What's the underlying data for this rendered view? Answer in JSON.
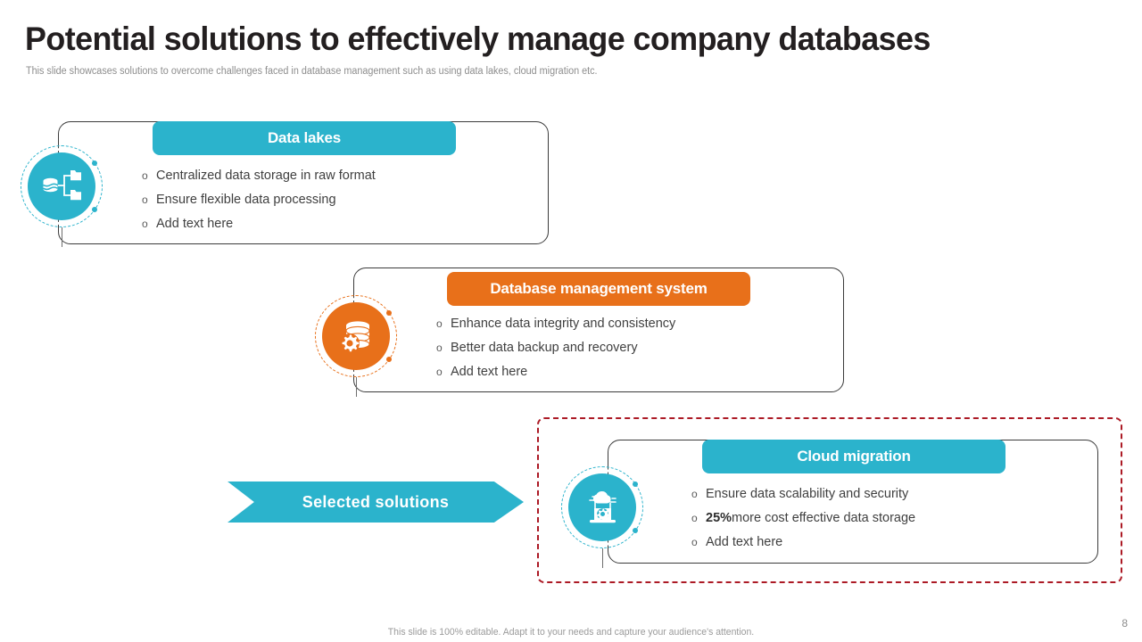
{
  "header": {
    "title": "Potential solutions to effectively manage company databases",
    "subtitle": "This slide showcases solutions to overcome challenges faced in database management such as using data lakes, cloud migration etc."
  },
  "colors": {
    "teal": "#2bb3cc",
    "orange": "#e8701a",
    "highlight_red": "#ac1a25",
    "title_text": "#231f20",
    "body_text": "#3f3f3f",
    "muted_text": "#8d8d8d"
  },
  "cards": [
    {
      "id": "data-lakes",
      "heading": "Data lakes",
      "accent": "teal",
      "icon": "database-folders-icon",
      "bullets": [
        {
          "marker": "o",
          "text": "Centralized data storage in raw format"
        },
        {
          "marker": "o",
          "text": "Ensure flexible data processing"
        },
        {
          "marker": "o",
          "text": "Add text here"
        }
      ]
    },
    {
      "id": "database-management-system",
      "heading": "Database management system",
      "accent": "orange",
      "icon": "database-gear-icon",
      "bullets": [
        {
          "marker": "o",
          "text": "Enhance data integrity and consistency"
        },
        {
          "marker": "o",
          "text": "Better data backup and recovery"
        },
        {
          "marker": "o",
          "text": "Add text here"
        }
      ]
    },
    {
      "id": "cloud-migration",
      "heading": "Cloud migration",
      "accent": "teal",
      "icon": "cloud-laptop-gear-icon",
      "highlighted": true,
      "bullets": [
        {
          "marker": "o",
          "text": "Ensure data scalability and security"
        },
        {
          "marker": "o",
          "bold": "25%",
          "text": " more cost effective data storage"
        },
        {
          "marker": "o",
          "text": "Add text here"
        }
      ]
    }
  ],
  "banner": {
    "label": "Selected  solutions"
  },
  "footer": {
    "note": "This slide is 100% editable. Adapt it to your needs and capture your audience's attention.",
    "page_number": "8"
  }
}
